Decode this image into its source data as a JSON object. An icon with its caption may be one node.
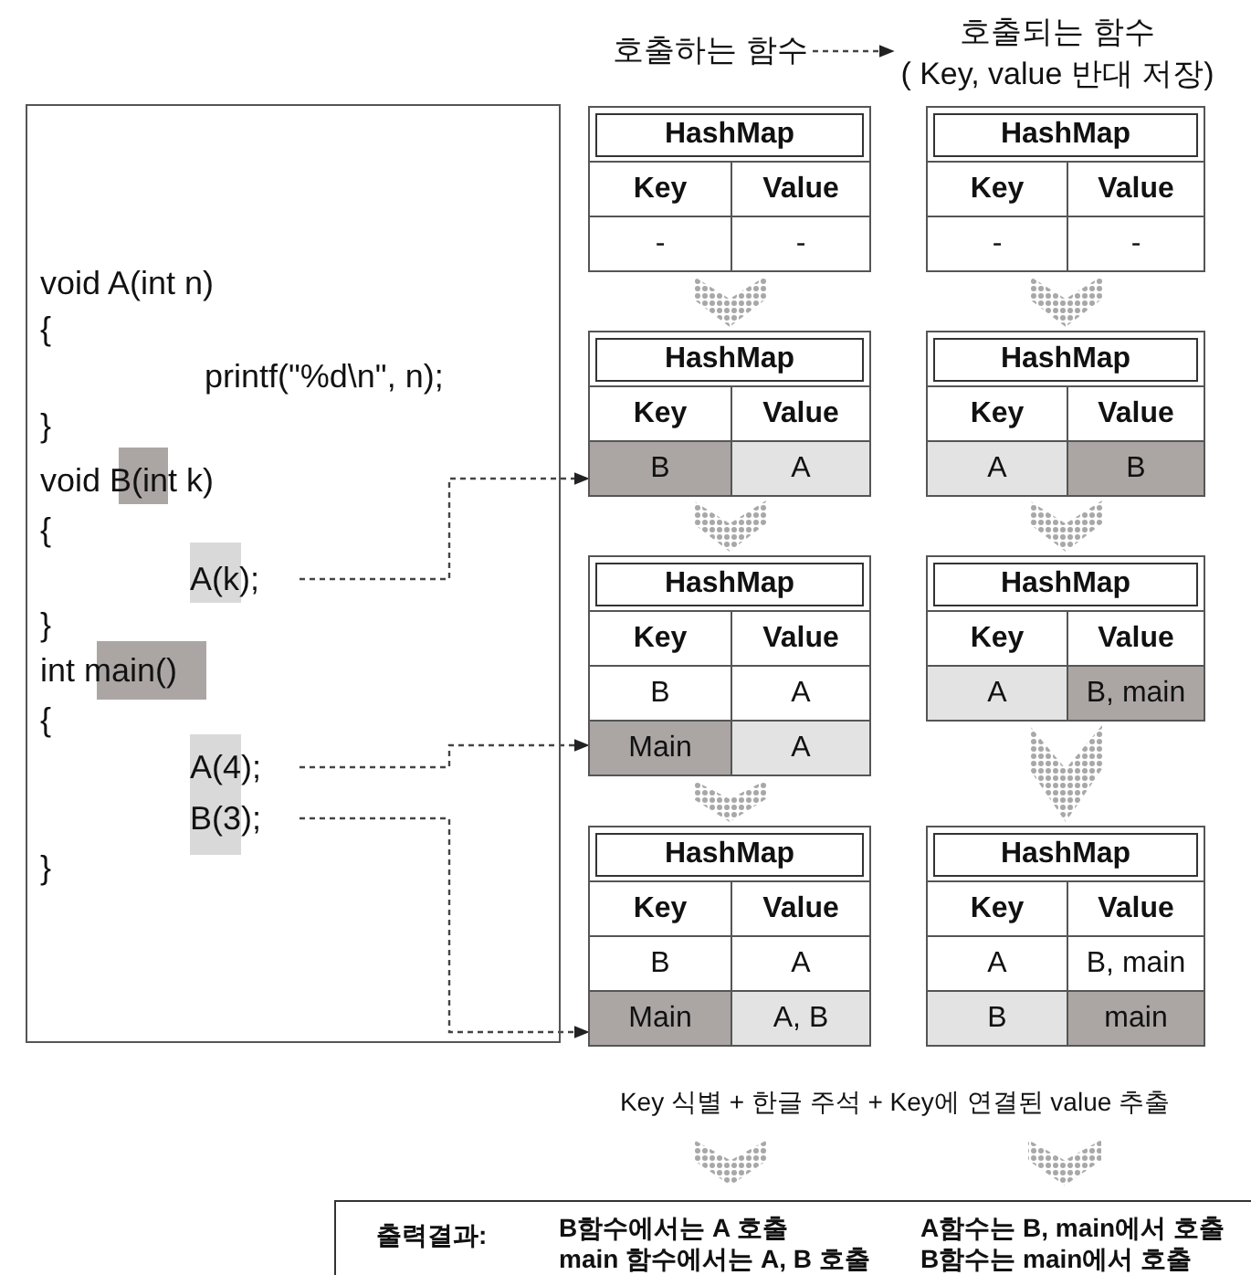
{
  "diagram": {
    "nodes": [
      {
        "text": [
          "호출하는 함수"
        ]
      },
      {
        "text": [
          "호출되는 함수",
          "( Key, value 반대 저장)"
        ]
      },
      {
        "text": [
          "void A(int n)",
          "{",
          "printf(\"%d\\n\", n);",
          "}",
          "void B(int k)",
          "{",
          "}",
          "int main()",
          "{",
          "}"
        ]
      },
      {
        "text": [
          "A(k);"
        ],
        "in": 2
      },
      {
        "text": [
          "A(4);"
        ],
        "in": 2
      },
      {
        "text": [
          "B(3);"
        ],
        "in": 2
      },
      {
        "text": [
          "HashMap",
          "Key",
          "Value",
          "-",
          "-"
        ]
      },
      {
        "text": [
          "HashMap",
          "Key",
          "Value",
          "-",
          "-"
        ]
      },
      {
        "text": [
          "HashMap",
          "Key",
          "Value",
          "B",
          "A"
        ]
      },
      {
        "text": [
          "HashMap",
          "Key",
          "Value",
          "A",
          "B"
        ]
      },
      {
        "text": [
          "HashMap",
          "Key",
          "Value",
          "B",
          "A",
          "Main",
          "A"
        ]
      },
      {
        "text": [
          "HashMap",
          "Key",
          "Value",
          "A",
          "B, main"
        ]
      },
      {
        "text": [
          "HashMap",
          "Key",
          "Value",
          "B",
          "A",
          "Main",
          "A, B"
        ]
      },
      {
        "text": [
          "HashMap",
          "Key",
          "Value",
          "A",
          "B, main",
          "B",
          "main"
        ]
      },
      {
        "text": [
          "Key 식별 + 한글 주석 + Key에 연결된 value 추출"
        ]
      },
      {
        "text": [
          "출력결과:",
          "B함수에서는 A 호출",
          "main 함수에서는 A, B 호출",
          "A함수는 B, main에서 호출",
          "B함수는 main에서 호출"
        ]
      }
    ],
    "edges": [
      {
        "from": 0,
        "to": 1,
        "arrow": "to",
        "style": "dashed"
      },
      {
        "from": 3,
        "to": 8,
        "arrow": "to",
        "style": "dashed"
      },
      {
        "from": 4,
        "to": 10,
        "arrow": "to",
        "style": "dashed"
      },
      {
        "from": 5,
        "to": 12,
        "arrow": "to",
        "style": "dashed"
      },
      {
        "from": 6,
        "to": 8,
        "arrow": "to"
      },
      {
        "from": 8,
        "to": 10,
        "arrow": "to"
      },
      {
        "from": 10,
        "to": 12,
        "arrow": "to"
      },
      {
        "from": 7,
        "to": 9,
        "arrow": "to"
      },
      {
        "from": 9,
        "to": 11,
        "arrow": "to"
      },
      {
        "from": 11,
        "to": 13,
        "arrow": "to"
      },
      {
        "from": 14,
        "to": 15,
        "arrow": "to"
      },
      {
        "from": 14,
        "to": 15,
        "arrow": "to"
      }
    ]
  }
}
